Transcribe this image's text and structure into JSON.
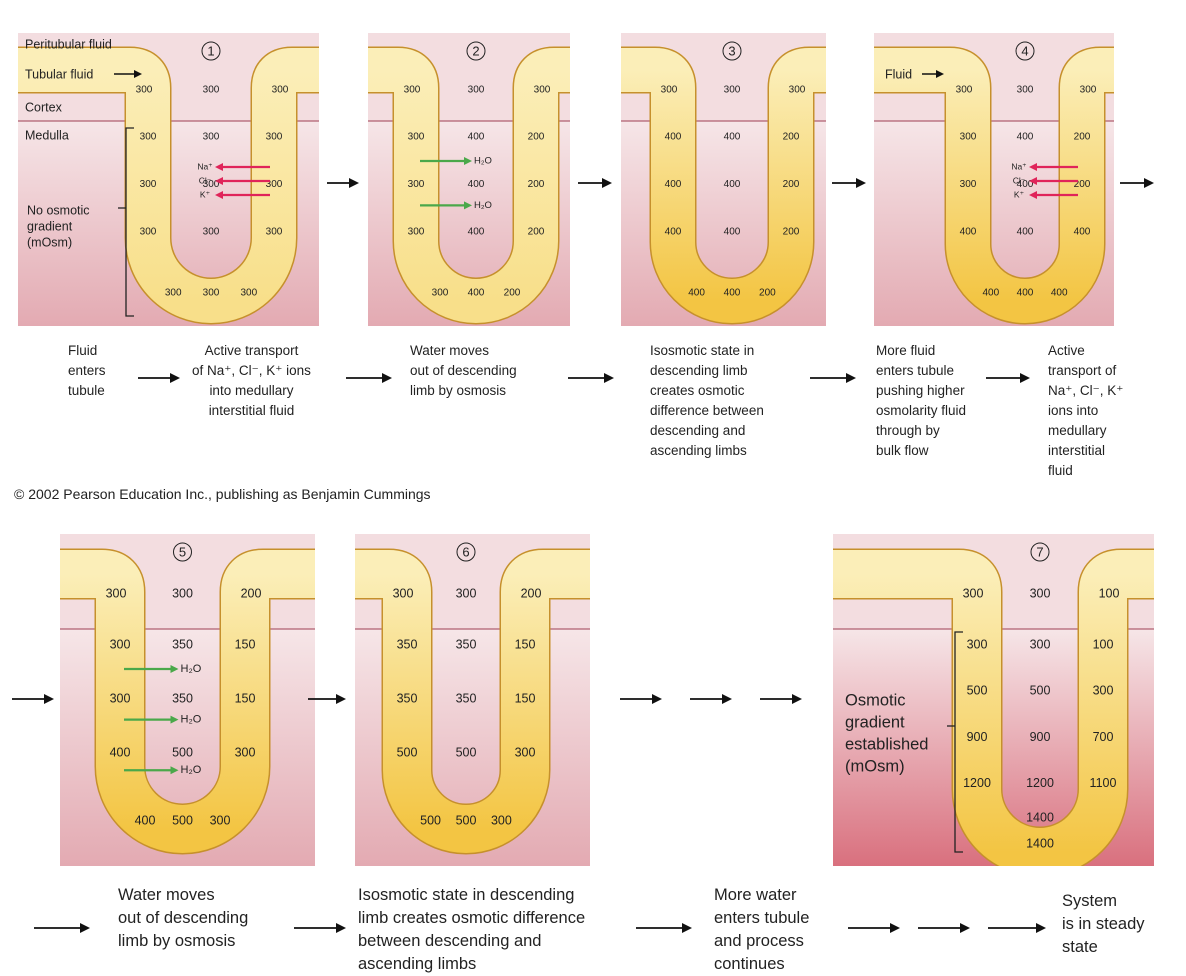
{
  "copyright": "© 2002 Pearson Education Inc., publishing as Benjamin Cummings",
  "panel1_labels": {
    "peritubular": "Peritubular fluid",
    "tubular": "Tubular fluid",
    "cortex": "Cortex",
    "medulla": "Medulla",
    "gradient": "No osmotic\ngradient\n(mOsm)"
  },
  "panel4_label": "Fluid",
  "panel7_label": "Osmotic\ngradient\nestablished\n(mOsm)",
  "panels": [
    {
      "step": "1",
      "top": [
        "300",
        "300",
        "300"
      ],
      "rows": [
        [
          "300",
          "300",
          "300"
        ],
        [
          "300",
          "300",
          "300"
        ],
        [
          "300",
          "300",
          "300"
        ]
      ],
      "bottom": [
        "300",
        "300",
        "300"
      ],
      "ions": [
        "Na⁺",
        "Cl⁻",
        "K⁺"
      ],
      "h2o": []
    },
    {
      "step": "2",
      "top": [
        "300",
        "300",
        "300"
      ],
      "rows": [
        [
          "300",
          "400",
          "200"
        ],
        [
          "300",
          "400",
          "200"
        ],
        [
          "300",
          "400",
          "200"
        ]
      ],
      "bottom": [
        "300",
        "400",
        "200"
      ],
      "ions": [],
      "h2o": [
        "H₂O",
        "H₂O"
      ]
    },
    {
      "step": "3",
      "top": [
        "300",
        "300",
        "300"
      ],
      "rows": [
        [
          "400",
          "400",
          "200"
        ],
        [
          "400",
          "400",
          "200"
        ],
        [
          "400",
          "400",
          "200"
        ]
      ],
      "bottom": [
        "400",
        "400",
        "200"
      ],
      "ions": [],
      "h2o": []
    },
    {
      "step": "4",
      "top": [
        "300",
        "300",
        "300"
      ],
      "rows": [
        [
          "300",
          "400",
          "200"
        ],
        [
          "300",
          "400",
          "200"
        ],
        [
          "400",
          "400",
          "400"
        ]
      ],
      "bottom": [
        "400",
        "400",
        "400"
      ],
      "ions": [
        "Na⁺",
        "Cl⁻",
        "K⁺"
      ],
      "h2o": []
    },
    {
      "step": "5",
      "top": [
        "300",
        "300",
        "200"
      ],
      "rows": [
        [
          "300",
          "350",
          "150"
        ],
        [
          "300",
          "350",
          "150"
        ],
        [
          "400",
          "500",
          "300"
        ]
      ],
      "bottom": [
        "400",
        "500",
        "300"
      ],
      "ions": [],
      "h2o": [
        "H₂O",
        "H₂O",
        "H₂O"
      ]
    },
    {
      "step": "6",
      "top": [
        "300",
        "300",
        "200"
      ],
      "rows": [
        [
          "350",
          "350",
          "150"
        ],
        [
          "350",
          "350",
          "150"
        ],
        [
          "500",
          "500",
          "300"
        ]
      ],
      "bottom": [
        "500",
        "500",
        "300"
      ],
      "ions": [],
      "h2o": []
    },
    {
      "step": "7",
      "top": [
        "300",
        "300",
        "100"
      ],
      "rows": [
        [
          "300",
          "300",
          "100"
        ],
        [
          "500",
          "500",
          "300"
        ],
        [
          "900",
          "900",
          "700"
        ],
        [
          "1200",
          "1200",
          "1100"
        ]
      ],
      "bottom": [
        "1400",
        "1400"
      ],
      "ions": [],
      "h2o": []
    }
  ],
  "captions_top": [
    "Fluid\nenters\ntubule",
    "Active transport\nof Na⁺, Cl⁻, K⁺ ions\ninto medullary\ninterstitial fluid",
    "Water moves\nout of descending\nlimb by osmosis",
    "Isosmotic state in\ndescending limb\ncreates osmotic\ndifference between\ndescending and\nascending limbs",
    "More fluid\nenters tubule\npushing higher\nosmolarity fluid\nthrough by\nbulk flow",
    "Active\ntransport of\nNa⁺, Cl⁻, K⁺\nions into\nmedullary\ninterstitial\nfluid"
  ],
  "captions_bottom": [
    "Water moves\nout of descending\nlimb by osmosis",
    "Isosmotic state in descending\nlimb creates osmotic difference\nbetween descending and\nascending limbs",
    "More water\nenters tubule\nand process\ncontinues",
    "System\nis in steady\nstate"
  ],
  "colors": {
    "cortex": "#f3dde0",
    "medulla_top": "#f6e6e8",
    "medulla_bottom": "#e3aab2",
    "medulla7_bottom": "#d9707e",
    "tube_fill": "#fbeeb8",
    "tube_dark": "#f3c543",
    "tube_border": "#c6902c",
    "boundary": "#b06070",
    "ion_arrow": "#e0245a",
    "water_arrow": "#4aa84a"
  }
}
